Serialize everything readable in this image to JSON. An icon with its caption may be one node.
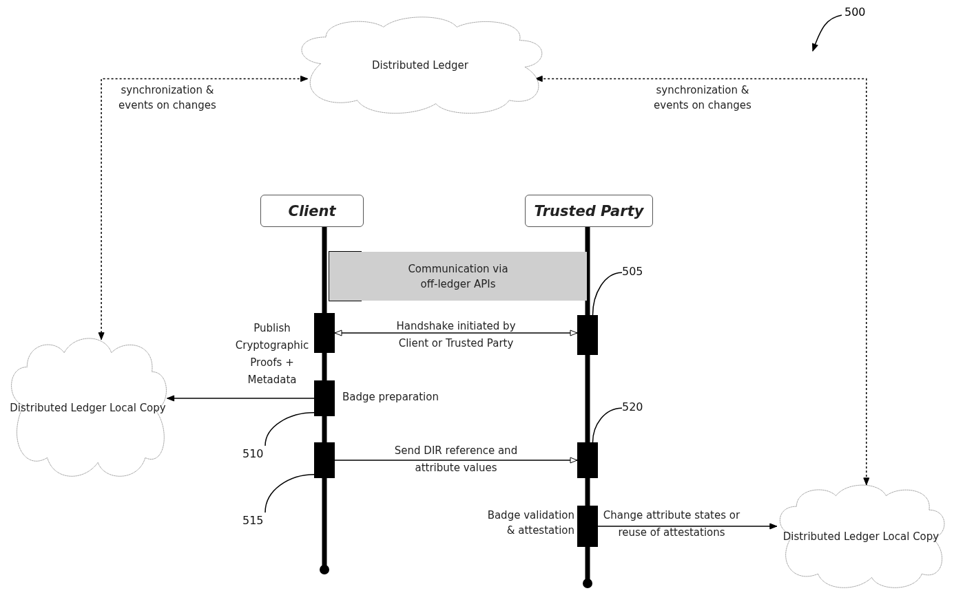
{
  "diagram": {
    "nodes": [
      {
        "text": [
          "Distributed Ledger"
        ]
      },
      {
        "text": [
          "Distributed Ledger Local Copy"
        ]
      },
      {
        "text": [
          "Distributed Ledger Local Copy"
        ]
      },
      {
        "text": [
          "Client"
        ]
      },
      {
        "text": [
          "Trusted Party"
        ]
      },
      {
        "text": [
          "Communication via off-ledger APIs"
        ]
      },
      {
        "text": [],
        "shape": "bar"
      },
      {
        "text": [],
        "shape": "bar"
      },
      {
        "text": [],
        "shape": "bar",
        "beside": [
          "Badge preparation"
        ]
      },
      {
        "text": [],
        "shape": "bar"
      },
      {
        "text": [],
        "shape": "bar"
      },
      {
        "text": [],
        "shape": "bar",
        "beside": [
          "Badge validation & attestation"
        ]
      },
      {
        "text": [
          "505"
        ]
      },
      {
        "text": [
          "510"
        ]
      },
      {
        "text": [
          "515"
        ]
      },
      {
        "text": [
          "520"
        ]
      }
    ],
    "edges": [
      {
        "from": 0,
        "to": 1,
        "arrow": "both",
        "style": "dashed",
        "label": "synchronization & events on changes"
      },
      {
        "from": 0,
        "to": 2,
        "arrow": "both",
        "style": "dashed",
        "label": "synchronization & events on changes"
      },
      {
        "from": 6,
        "to": 7,
        "arrow": "both",
        "label": "Handshake initiated by Client or Trusted Party"
      },
      {
        "from": 8,
        "to": 1,
        "arrow": "to",
        "label": "Publish Cryptographic Proofs + Metadata"
      },
      {
        "from": 9,
        "to": 10,
        "arrow": "to",
        "label": "Send DIR reference and attribute values"
      },
      {
        "from": 11,
        "to": 2,
        "arrow": "to",
        "label": "Change attribute states or reuse of attestations"
      },
      {
        "from": 12,
        "to": 7,
        "arrow": "none"
      },
      {
        "from": 13,
        "to": 8,
        "arrow": "none"
      },
      {
        "from": 14,
        "to": 9,
        "arrow": "none"
      },
      {
        "from": 15,
        "to": 10,
        "arrow": "none"
      }
    ],
    "labels": [
      "500"
    ]
  }
}
